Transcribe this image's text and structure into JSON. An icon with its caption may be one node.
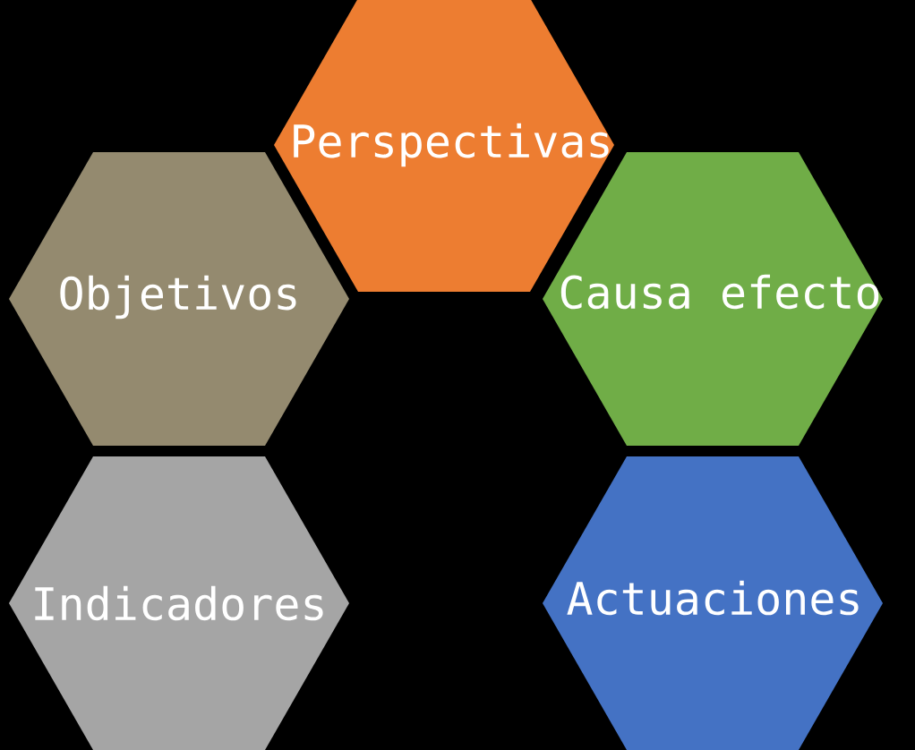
{
  "diagram": {
    "nodes": [
      {
        "text": [
          "Perspectivas"
        ]
      },
      {
        "text": [
          "Objetivos"
        ]
      },
      {
        "text": [
          "Causa efecto"
        ]
      },
      {
        "text": [
          "Indicadores"
        ]
      },
      {
        "text": [
          "Actuaciones"
        ]
      }
    ]
  }
}
